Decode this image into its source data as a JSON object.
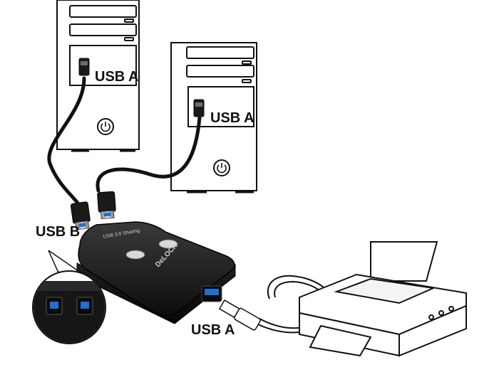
{
  "labels": {
    "pc1_port": "USB A",
    "pc2_port": "USB A",
    "switch_input": "USB B",
    "printer_port": "USB A"
  },
  "device": {
    "brand": "DeLOCK",
    "model": "USB 3.0 Sharing"
  },
  "colors": {
    "line": "#111111",
    "device_body": "#141414",
    "usb3_blue": "#1f6fd6",
    "paper": "#ffffff"
  }
}
